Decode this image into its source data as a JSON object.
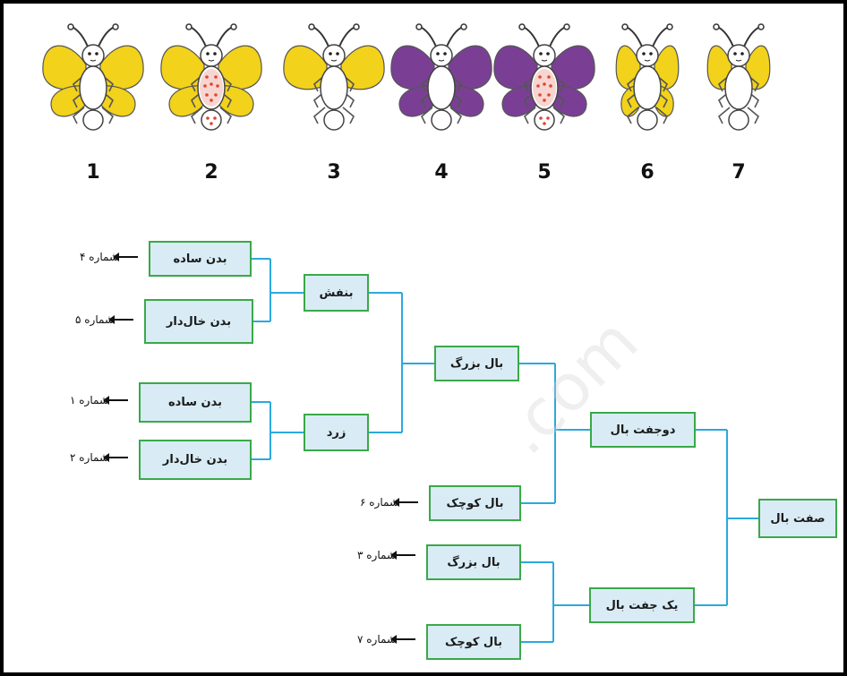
{
  "colors": {
    "yellow_wing": "#f2d21a",
    "purple_wing": "#7a3f95",
    "spot": "#e0462f",
    "node_fill": "#d9ecf5",
    "node_border": "#3aa948",
    "connector": "#2ba9dd"
  },
  "butterflies": [
    {
      "number": "1",
      "wing_color": "yellow",
      "wing_size": "large",
      "body": "plain"
    },
    {
      "number": "2",
      "wing_color": "yellow",
      "wing_size": "large",
      "body": "spotted"
    },
    {
      "number": "3",
      "wing_color": "yellow",
      "wing_size": "large",
      "body": "plain",
      "wing_pairs": 1
    },
    {
      "number": "4",
      "wing_color": "purple",
      "wing_size": "large",
      "body": "plain"
    },
    {
      "number": "5",
      "wing_color": "purple",
      "wing_size": "large",
      "body": "spotted"
    },
    {
      "number": "6",
      "wing_color": "yellow",
      "wing_size": "small",
      "body": "plain"
    },
    {
      "number": "7",
      "wing_color": "yellow",
      "wing_size": "small",
      "body": "plain",
      "wing_pairs": 1
    }
  ],
  "tree": {
    "root": "صفت بال",
    "two_pairs": "دوجفت بال",
    "one_pair": "یک جفت بال",
    "two_pairs_large": "بال بزرگ",
    "two_pairs_small": "بال کوچک",
    "purple": "بنفش",
    "yellow": "زرد",
    "purple_plain": "بدن ساده",
    "purple_spotted": "بدن خال‌دار",
    "yellow_plain": "بدن ساده",
    "yellow_spotted": "بدن خال‌دار",
    "one_pair_large": "بال بزرگ",
    "one_pair_small": "بال کوچک"
  },
  "leaves": {
    "n4": "شماره ۴",
    "n5": "شماره ۵",
    "n1": "شماره ۱",
    "n2": "شماره ۲",
    "n6": "شماره ۶",
    "n3": "شماره ۳",
    "n7": "شماره ۷"
  },
  "watermark": ".com"
}
